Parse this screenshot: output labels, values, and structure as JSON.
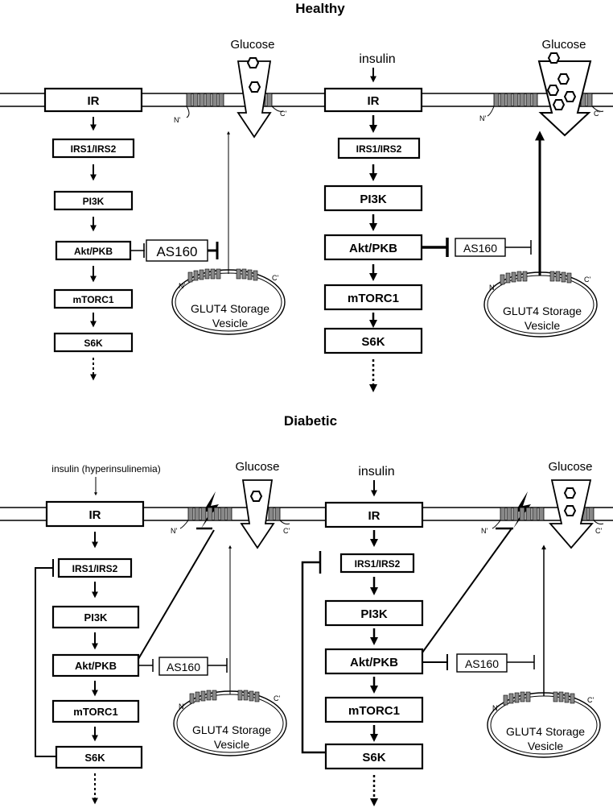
{
  "headings": {
    "healthy": "Healthy",
    "diabetic": "Diabetic"
  },
  "labels": {
    "glucose": "Glucose",
    "insulin": "insulin",
    "insulin_hyper": "insulin (hyperinsulinemia)",
    "n_term": "N'",
    "c_term": "C'",
    "vesicle_line1": "GLUT4 Storage",
    "vesicle_line2": "Vesicle"
  },
  "nodes": {
    "ir": "IR",
    "irs": "IRS1/IRS2",
    "pi3k": "PI3K",
    "akt": "Akt/PKB",
    "mtorc1": "mTORC1",
    "s6k": "S6K",
    "as160": "AS160"
  }
}
